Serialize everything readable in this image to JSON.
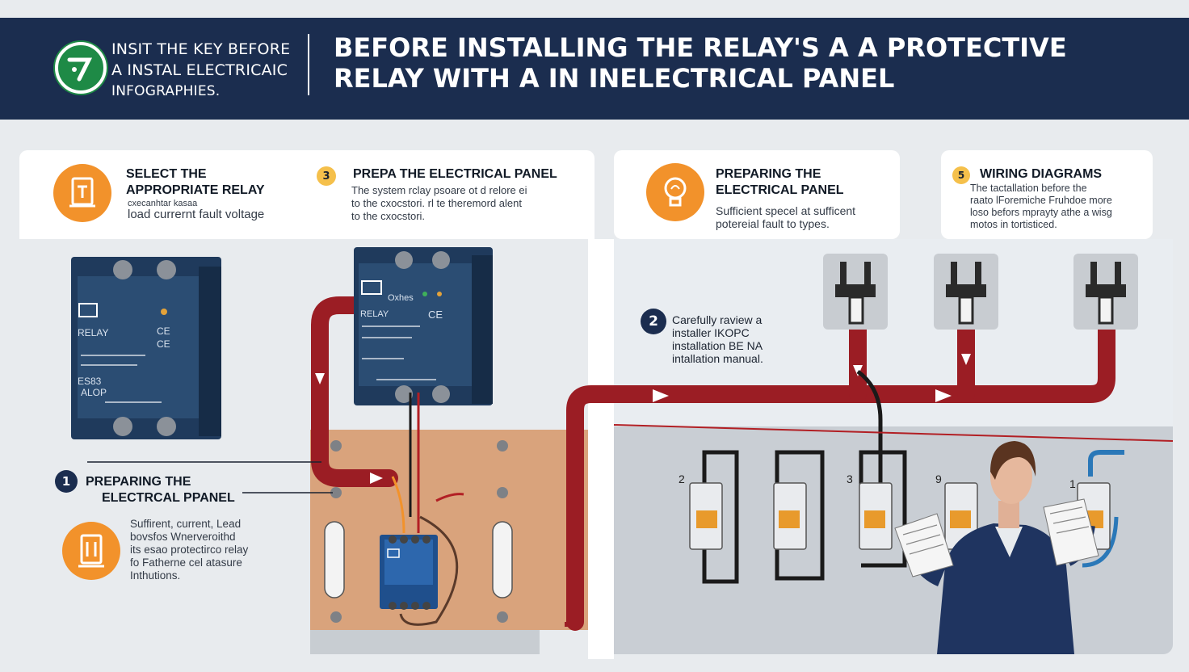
{
  "header": {
    "brand_lines": [
      "INSIT THE KEY BEFORE",
      "A INSTAL ELECTRICAIC",
      "INFOGRAPHIES."
    ],
    "title_lines": [
      "BEFORE INSTALLING THE RELAY'S A A PROTECTIVE",
      "RELAY  WITH A IN INELECTRICAL PANEL"
    ]
  },
  "steps_top": [
    {
      "title_lines": [
        "SELECT THE",
        "APPROPRIATE RELAY"
      ],
      "text_lines": [
        "cxecanhtar kasaa",
        "load currernt fault  voltage"
      ]
    },
    {
      "number": "3",
      "title_lines": [
        "PREPA THE ELECTRICAL PANEL"
      ],
      "text_lines": [
        "The system rclay psoare ot d relore ei",
        "to the cxocstori.  rl te theremord alent",
        "to the cxocstori."
      ]
    },
    {
      "title_lines": [
        "PREPARING THE",
        "ELECTRICAL PANEL"
      ],
      "text_lines": [
        "Sufficient specel at sufficent",
        "potereial fault to types."
      ]
    },
    {
      "number": "5",
      "title_lines": [
        "WIRING DIAGRAMS"
      ],
      "text_lines": [
        "The tactallation before the",
        "raato lForemiche Fruhdoe more",
        "loso befors mprayty athe a wisg",
        "motos in tortisticed."
      ]
    }
  ],
  "step_one": {
    "number": "1",
    "title_lines": [
      "PREPARING THE",
      "ELECTRCAL PPANEL"
    ],
    "text_lines": [
      "Suffirent, current, Lead",
      "bovsfos Wnerveroithd",
      "its  esao protectirco relay",
      "fo Fatherne cel atasure",
      "Inthutions."
    ]
  },
  "step_two": {
    "number": "2",
    "text_lines": [
      "Carefully raview a",
      "installer IKOPC",
      "installation BE NA",
      "intallation manual."
    ]
  },
  "relay_left": {
    "labels": [
      "RELAY",
      "CE",
      "CE",
      "ES83",
      "ALOP"
    ]
  },
  "relay_center": {
    "labels": [
      "Oxhes",
      "RELAY",
      "CE"
    ]
  },
  "breaker_numbers": [
    "2",
    "3",
    "9",
    "1"
  ],
  "colors": {
    "navy": "#1b2d4f",
    "orange": "#f2922b",
    "wire_red": "#9b1d24",
    "panel_tan": "#d9a37c",
    "relay_blue": "#1f3a5c"
  }
}
